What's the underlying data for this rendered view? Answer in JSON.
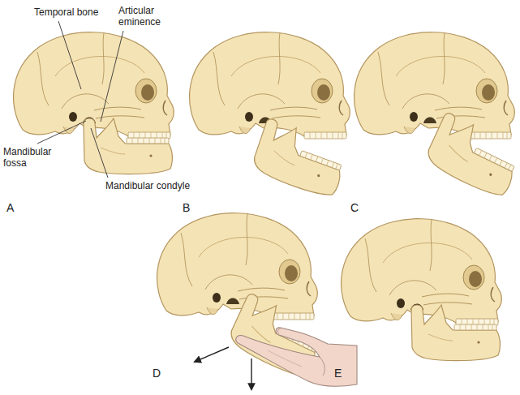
{
  "diagram": {
    "labels": [
      "Temporal bone",
      "Articular eminence",
      "Mandibular fossa",
      "Mandibular condyle",
      "A",
      "B",
      "C",
      "D",
      "E"
    ]
  }
}
